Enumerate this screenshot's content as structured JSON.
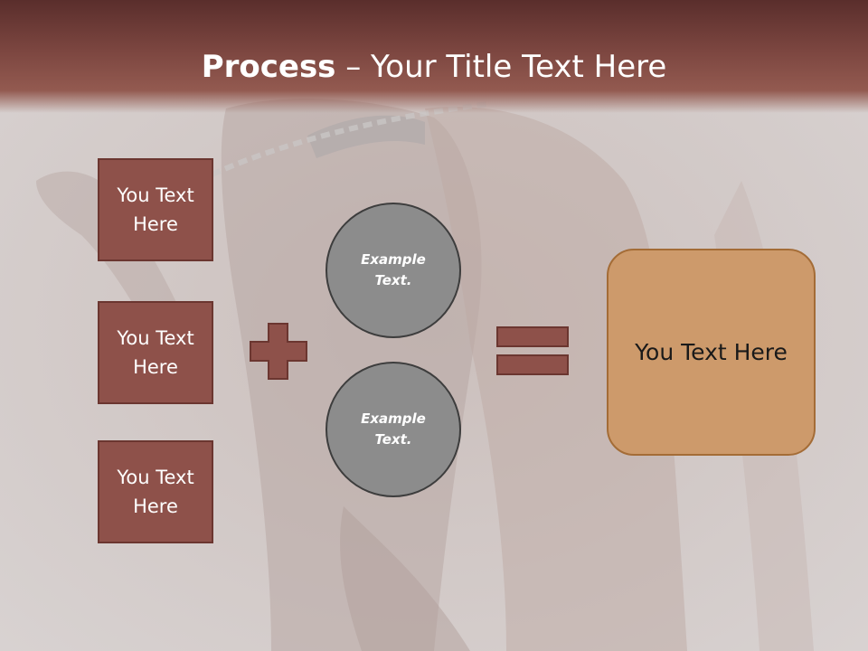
{
  "slide": {
    "title_bold": "Process",
    "title_rest": " – Your Title Text Here",
    "left_boxes": [
      {
        "label": "You Text Here"
      },
      {
        "label": "You Text Here"
      },
      {
        "label": "You Text Here"
      }
    ],
    "circles": [
      {
        "label": "Example Text."
      },
      {
        "label": "Example Text."
      }
    ],
    "result_label": "You Text Here",
    "operators": [
      "plus-icon",
      "equals-icon"
    ],
    "colors": {
      "title_bar": "#7c4640",
      "box_fill": "#8e514a",
      "circle_fill": "#8c8c8c",
      "result_fill": "#cd9a6b",
      "operator_fill": "#8e514a"
    }
  }
}
